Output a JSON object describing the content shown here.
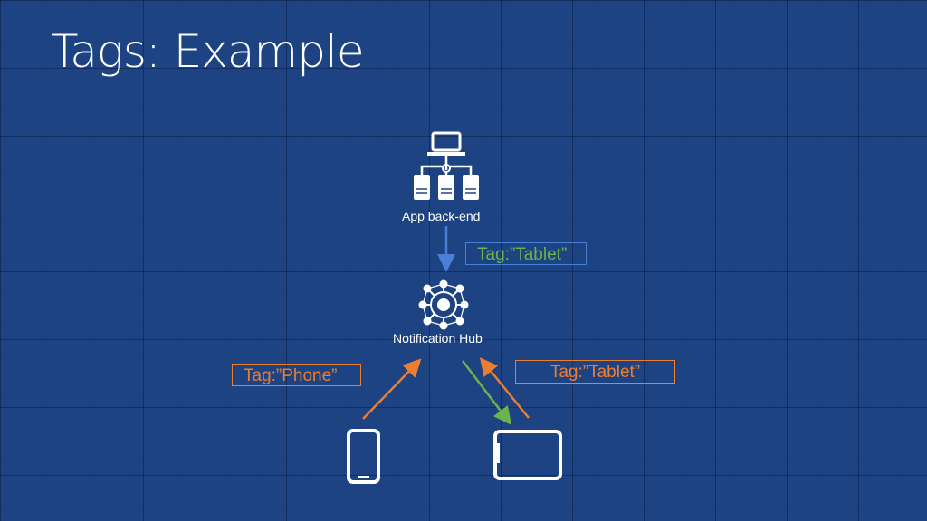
{
  "slide": {
    "title": "Tags: Example"
  },
  "nodes": {
    "backend": {
      "label": "App back-end",
      "icon": "server-network-icon"
    },
    "hub": {
      "label": "Notification Hub",
      "icon": "hub-network-icon"
    },
    "phone": {
      "icon": "phone-icon"
    },
    "tablet": {
      "icon": "tablet-icon"
    }
  },
  "tags": {
    "backend_to_hub": {
      "text": "Tag:”Tablet”",
      "color": "#6bb34a"
    },
    "phone_to_hub": {
      "text": "Tag:”Phone”",
      "color": "#ed7d31"
    },
    "tablet_to_hub": {
      "text": "Tag:”Tablet”",
      "color": "#ed7d31"
    }
  },
  "colors": {
    "background": "#1d4383",
    "arrow_blue": "#4a7fd6",
    "arrow_orange": "#ed7d31",
    "arrow_green": "#6bb34a",
    "icon": "#ffffff"
  }
}
